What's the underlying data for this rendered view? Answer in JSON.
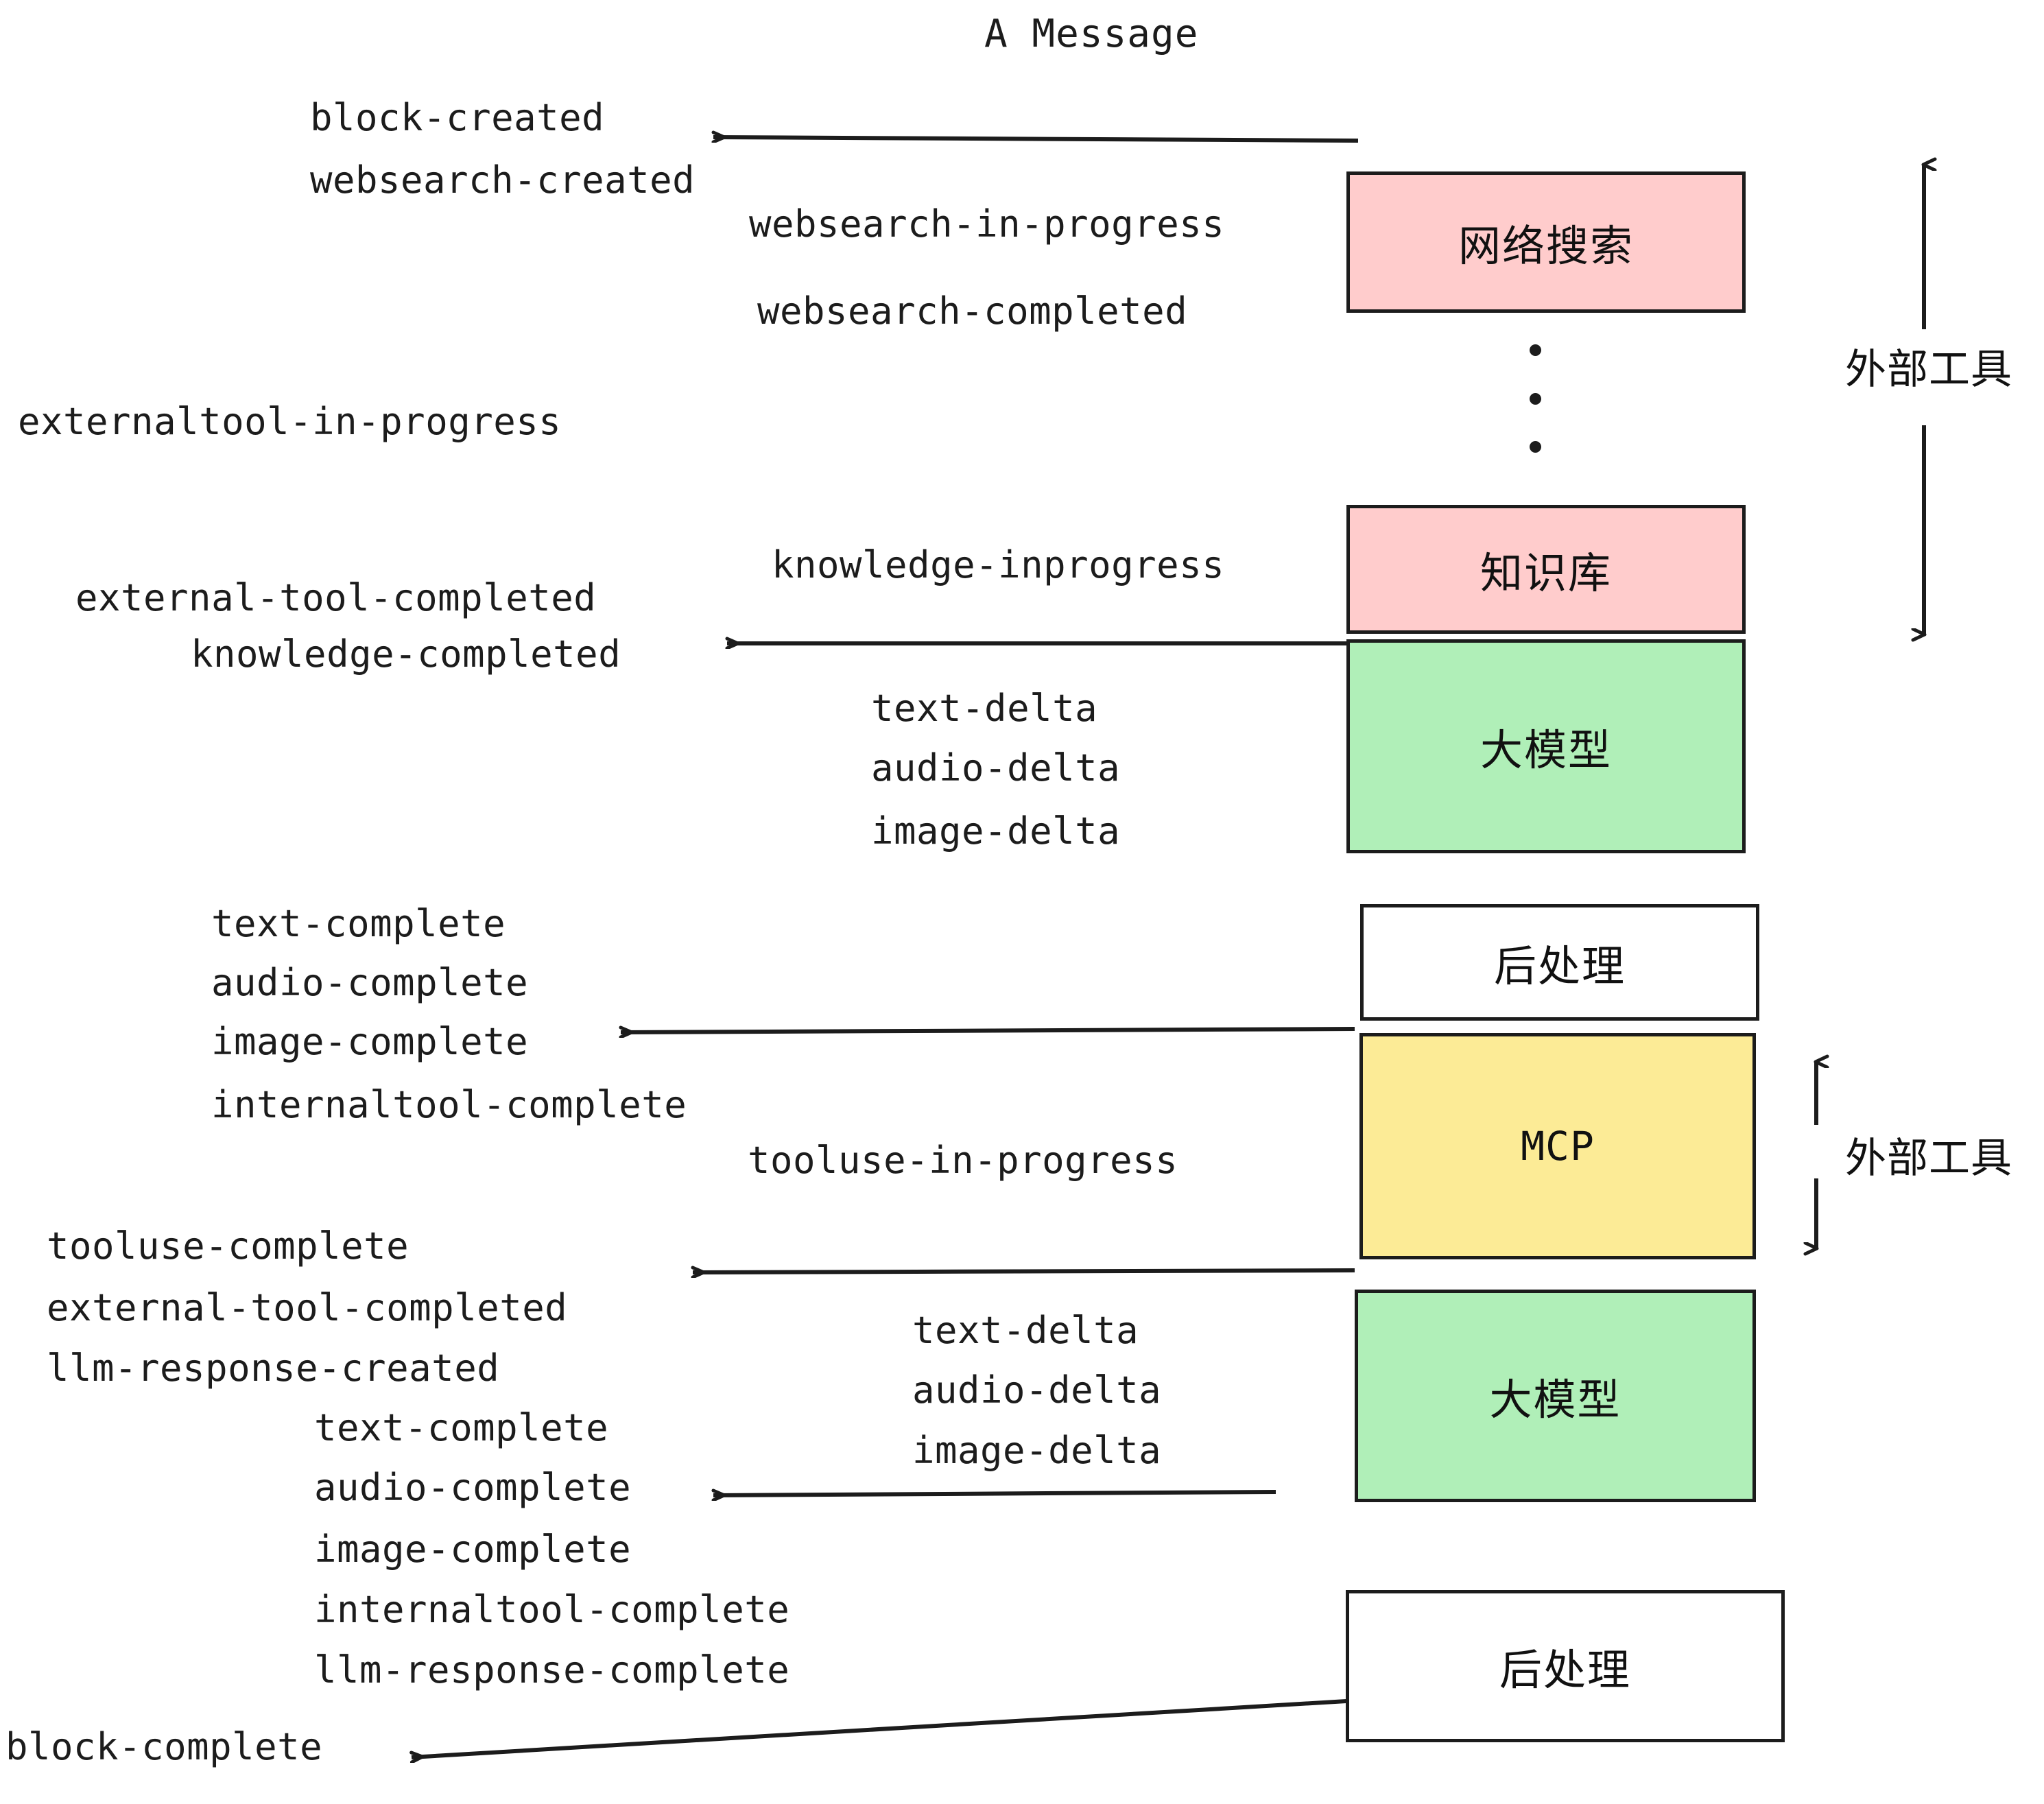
{
  "title": "A Message",
  "colors": {
    "pink": "#ffcccc",
    "green": "#b0efb8",
    "yellow": "#fceb96",
    "white": "#ffffff",
    "stroke": "#1c1c1c"
  },
  "nodes": [
    {
      "label": "网络搜索",
      "fill": "#ffcccc",
      "script": "cjk"
    },
    {
      "label": "知识库",
      "fill": "#ffcccc",
      "script": "cjk"
    },
    {
      "label": "大模型",
      "fill": "#b0efb8",
      "script": "cjk"
    },
    {
      "label": "后处理",
      "fill": "#ffffff",
      "script": "cjk"
    },
    {
      "label": "MCP",
      "fill": "#fceb96",
      "script": "latin"
    },
    {
      "label": "大模型",
      "fill": "#b0efb8",
      "script": "cjk"
    },
    {
      "label": "后处理",
      "fill": "#ffffff",
      "script": "cjk"
    }
  ],
  "group_labels": [
    {
      "label": "外部工具"
    },
    {
      "label": "外部工具"
    }
  ],
  "events": [
    {
      "text": "block-created"
    },
    {
      "text": "websearch-created"
    },
    {
      "text": "websearch-in-progress"
    },
    {
      "text": "websearch-completed"
    },
    {
      "text": "externaltool-in-progress"
    },
    {
      "text": "knowledge-inprogress"
    },
    {
      "text": "external-tool-completed"
    },
    {
      "text": "knowledge-completed"
    },
    {
      "text": "text-delta"
    },
    {
      "text": "audio-delta"
    },
    {
      "text": "image-delta"
    },
    {
      "text": "text-complete"
    },
    {
      "text": "audio-complete"
    },
    {
      "text": "image-complete"
    },
    {
      "text": "internaltool-complete"
    },
    {
      "text": "tooluse-in-progress"
    },
    {
      "text": "tooluse-complete"
    },
    {
      "text": "external-tool-completed"
    },
    {
      "text": "llm-response-created"
    },
    {
      "text": "text-complete"
    },
    {
      "text": "audio-complete"
    },
    {
      "text": "image-complete"
    },
    {
      "text": "internaltool-complete"
    },
    {
      "text": "llm-response-complete"
    },
    {
      "text": "text-delta"
    },
    {
      "text": "audio-delta"
    },
    {
      "text": "image-delta"
    },
    {
      "text": "block-complete"
    }
  ]
}
